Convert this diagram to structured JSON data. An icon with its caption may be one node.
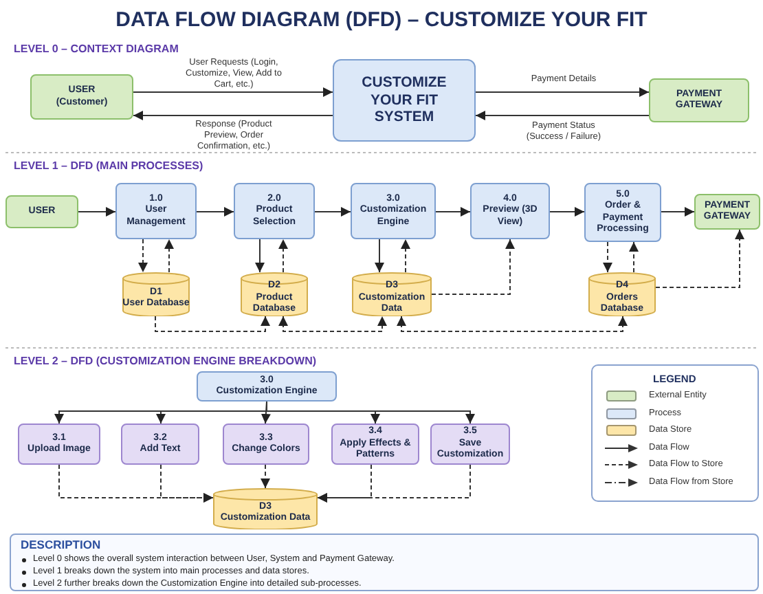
{
  "diagram": {
    "title": "DATA FLOW DIAGRAM (DFD) – CUSTOMIZE YOUR FIT",
    "nodes": [
      {
        "text": [
          "USER",
          "(Customer)"
        ]
      },
      {
        "text": [
          "CUSTOMIZE YOUR FIT SYSTEM"
        ]
      },
      {
        "text": [
          "PAYMENT GATEWAY"
        ]
      },
      {
        "text": [
          "USER"
        ]
      },
      {
        "text": [
          "1.0",
          "User Management"
        ]
      },
      {
        "text": [
          "2.0",
          "Product Selection"
        ]
      },
      {
        "text": [
          "3.0",
          "Customization Engine"
        ]
      },
      {
        "text": [
          "4.0",
          "Preview (3D View)"
        ]
      },
      {
        "text": [
          "5.0",
          "Order & Payment Processing"
        ]
      },
      {
        "text": [
          "PAYMENT GATEWAY"
        ]
      },
      {
        "text": [
          "D1",
          "User Database"
        ]
      },
      {
        "text": [
          "D2",
          "Product Database"
        ]
      },
      {
        "text": [
          "D3",
          "Customization Data"
        ]
      },
      {
        "text": [
          "D4",
          "Orders Database"
        ]
      },
      {
        "text": [
          "3.0",
          "Customization Engine"
        ]
      },
      {
        "text": [
          "3.1",
          "Upload Image"
        ]
      },
      {
        "text": [
          "3.2",
          "Add Text"
        ]
      },
      {
        "text": [
          "3.3",
          "Change Colors"
        ]
      },
      {
        "text": [
          "3.4",
          "Apply Effects & Patterns"
        ]
      },
      {
        "text": [
          "3.5",
          "Save Customization"
        ]
      },
      {
        "text": [
          "D3",
          "Customization Data"
        ]
      }
    ],
    "edges": [
      {
        "from": 0,
        "to": 1,
        "arrow": "to",
        "label": "User Requests (Login, Customize, View, Add to Cart, etc.)"
      },
      {
        "from": 1,
        "to": 0,
        "arrow": "to",
        "label": "Response (Product Preview, Order Confirmation, etc.)"
      },
      {
        "from": 1,
        "to": 2,
        "arrow": "to",
        "label": "Payment Details"
      },
      {
        "from": 2,
        "to": 1,
        "arrow": "to",
        "label": "Payment Status (Success / Failure)"
      },
      {
        "from": 3,
        "to": 4,
        "arrow": "to"
      },
      {
        "from": 4,
        "to": 5,
        "arrow": "to"
      },
      {
        "from": 5,
        "to": 6,
        "arrow": "to"
      },
      {
        "from": 6,
        "to": 7,
        "arrow": "to"
      },
      {
        "from": 7,
        "to": 8,
        "arrow": "to"
      },
      {
        "from": 8,
        "to": 9,
        "arrow": "to"
      },
      {
        "from": 4,
        "to": 10,
        "arrow": "to",
        "style": "dashed"
      },
      {
        "from": 10,
        "to": 4,
        "arrow": "to",
        "style": "dashed"
      },
      {
        "from": 5,
        "to": 11,
        "arrow": "to"
      },
      {
        "from": 11,
        "to": 5,
        "arrow": "to",
        "style": "dashed"
      },
      {
        "from": 6,
        "to": 12,
        "arrow": "to"
      },
      {
        "from": 12,
        "to": 6,
        "arrow": "to",
        "style": "dashed"
      },
      {
        "from": 12,
        "to": 7,
        "arrow": "to",
        "style": "dashed"
      },
      {
        "from": 8,
        "to": 13,
        "arrow": "to",
        "style": "dashed"
      },
      {
        "from": 13,
        "to": 8,
        "arrow": "to",
        "style": "dashed"
      },
      {
        "from": 13,
        "to": 9,
        "arrow": "to",
        "style": "dashed"
      },
      {
        "from": 10,
        "to": 11,
        "arrow": "to",
        "style": "dashed"
      },
      {
        "from": 11,
        "to": 12,
        "arrow": "both",
        "style": "dashed"
      },
      {
        "from": 12,
        "to": 13,
        "arrow": "both",
        "style": "dashed"
      },
      {
        "from": 14,
        "to": 15,
        "arrow": "to"
      },
      {
        "from": 14,
        "to": 16,
        "arrow": "to"
      },
      {
        "from": 14,
        "to": 17,
        "arrow": "to"
      },
      {
        "from": 14,
        "to": 18,
        "arrow": "to"
      },
      {
        "from": 14,
        "to": 19,
        "arrow": "to"
      },
      {
        "from": 15,
        "to": 20,
        "arrow": "to",
        "style": "dashed"
      },
      {
        "from": 16,
        "to": 20,
        "arrow": "to",
        "style": "dashed"
      },
      {
        "from": 17,
        "to": 20,
        "arrow": "to",
        "style": "dashed"
      },
      {
        "from": 18,
        "to": 20,
        "arrow": "to",
        "style": "dashed"
      },
      {
        "from": 19,
        "to": 20,
        "arrow": "to",
        "style": "dashed"
      }
    ],
    "labels": [
      "LEVEL 0 – CONTEXT DIAGRAM",
      "LEVEL 1 – DFD (MAIN PROCESSES)",
      "LEVEL 2 – DFD (CUSTOMIZATION ENGINE BREAKDOWN)",
      "LEGEND",
      "DESCRIPTION",
      "Level 0 shows the overall system interaction between User, System and Payment Gateway.",
      "Level 1 breaks down the system into main processes and data stores.",
      "Level 2 further breaks down the Customization Engine into detailed sub-processes."
    ],
    "legend": [
      {
        "text": "External Entity",
        "color": "#d8ecc5"
      },
      {
        "text": "Process",
        "color": "#dce8f8"
      },
      {
        "text": "Data Store",
        "color": "#fde6a8"
      },
      {
        "text": "Data Flow"
      },
      {
        "text": "Data Flow to Store"
      },
      {
        "text": "Data Flow from Store"
      }
    ]
  }
}
